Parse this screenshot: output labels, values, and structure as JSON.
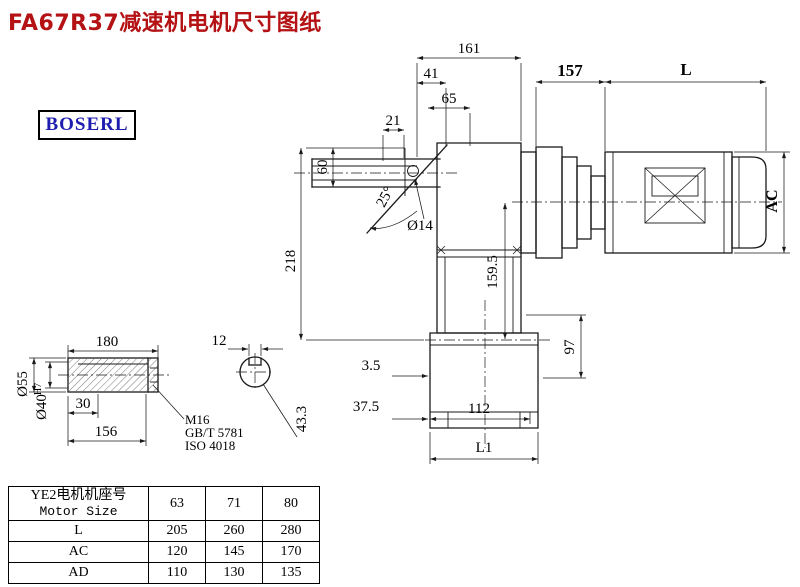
{
  "title": "FA67R37减速机电机尺寸图纸",
  "brand": "BOSERL",
  "colors": {
    "title_red": "#b41214",
    "brand_blue": "#1f1db0",
    "line": "#1a1a1a"
  },
  "main_dims": {
    "w161": "161",
    "w41": "41",
    "w65": "65",
    "w21": "21",
    "w157": "157",
    "wL": "L",
    "h60": "60",
    "h218": "218",
    "dia14": "Ø14",
    "ang25": "25°",
    "hAC": "AC",
    "h159_5": "159.5",
    "h97": "97",
    "w3_5": "3.5",
    "w37_5": "37.5",
    "w112": "112",
    "wL1": "L1"
  },
  "shaft_dims": {
    "w180": "180",
    "w12": "12",
    "dia55": "Ø55",
    "dia40": "Ø40",
    "tol40": "H7",
    "w30": "30",
    "w156": "156",
    "thread": "M16",
    "std1": "GB/T 5781",
    "std2": "ISO 4018",
    "h43_3": "43.3"
  },
  "table": {
    "row_header_cn": "YE2电机机座号",
    "row_header_en": "Motor Size",
    "sizes": [
      "63",
      "71",
      "80"
    ],
    "rows": [
      {
        "label": "L",
        "values": [
          "205",
          "260",
          "280"
        ]
      },
      {
        "label": "AC",
        "values": [
          "120",
          "145",
          "170"
        ]
      },
      {
        "label": "AD",
        "values": [
          "110",
          "130",
          "135"
        ]
      }
    ]
  }
}
